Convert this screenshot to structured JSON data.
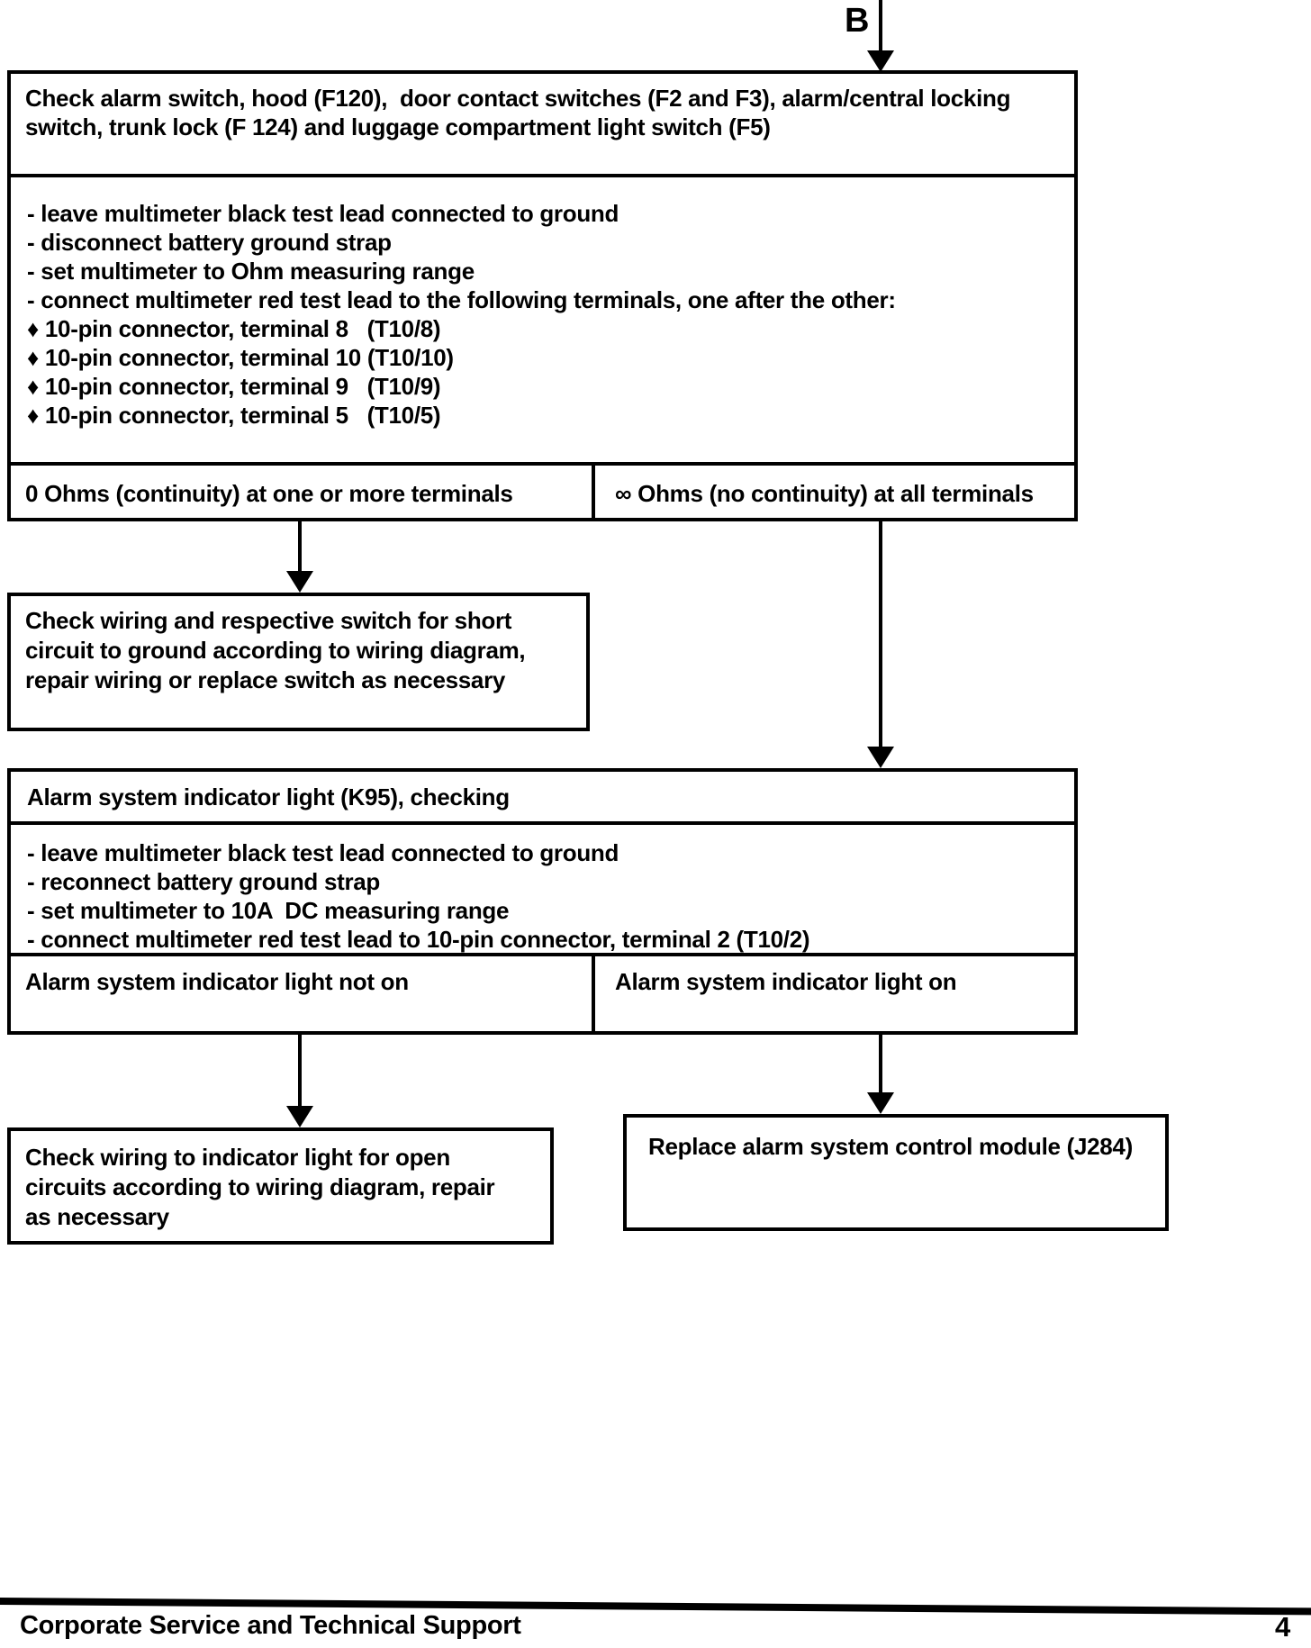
{
  "palette": {
    "ink": "#000000",
    "paper": "#ffffff"
  },
  "connector": {
    "label": "B"
  },
  "flowchart": {
    "check_switches_box": {
      "lines": [
        "Check alarm switch, hood (F120),  door contact switches (F2 and F3), alarm/central locking",
        "switch, trunk lock (F 124) and luggage compartment light switch (F5)"
      ]
    },
    "ohm_test_steps": {
      "lines": [
        "- leave multimeter black test lead connected to ground",
        "- disconnect battery ground strap",
        "- set multimeter to Ohm measuring range",
        "- connect multimeter red test lead to the following terminals, one after the other:",
        "♦ 10-pin connector, terminal 8   (T10/8)",
        "♦ 10-pin connector, terminal 10 (T10/10)",
        "♦ 10-pin connector, terminal 9   (T10/9)",
        "♦ 10-pin connector, terminal 5   (T10/5)"
      ]
    },
    "ohm_results": {
      "left": "0 Ohms (continuity) at one or more terminals",
      "right": "∞ Ohms (no continuity) at all terminals"
    },
    "short_circuit_box": {
      "lines": [
        "Check wiring and respective switch for short",
        "circuit to ground according to wiring diagram,",
        "repair wiring or replace switch as necessary"
      ]
    },
    "k95_header": {
      "text": "Alarm system indicator light (K95), checking"
    },
    "k95_steps": {
      "lines": [
        "- leave multimeter black test lead connected to ground",
        "- reconnect battery ground strap",
        "- set multimeter to 10A  DC measuring range",
        "- connect multimeter red test lead to 10-pin connector, terminal 2 (T10/2)"
      ]
    },
    "light_results": {
      "left": "Alarm system indicator light not on",
      "right": "Alarm system indicator light on"
    },
    "open_circuit_box": {
      "lines": [
        "Check wiring to indicator light for open",
        "circuits according to wiring diagram, repair",
        "as necessary"
      ]
    },
    "replace_module_box": {
      "text": "Replace alarm system control module (J284)"
    }
  },
  "footer": {
    "title": "Corporate Service and Technical Support",
    "page_number": "4"
  }
}
